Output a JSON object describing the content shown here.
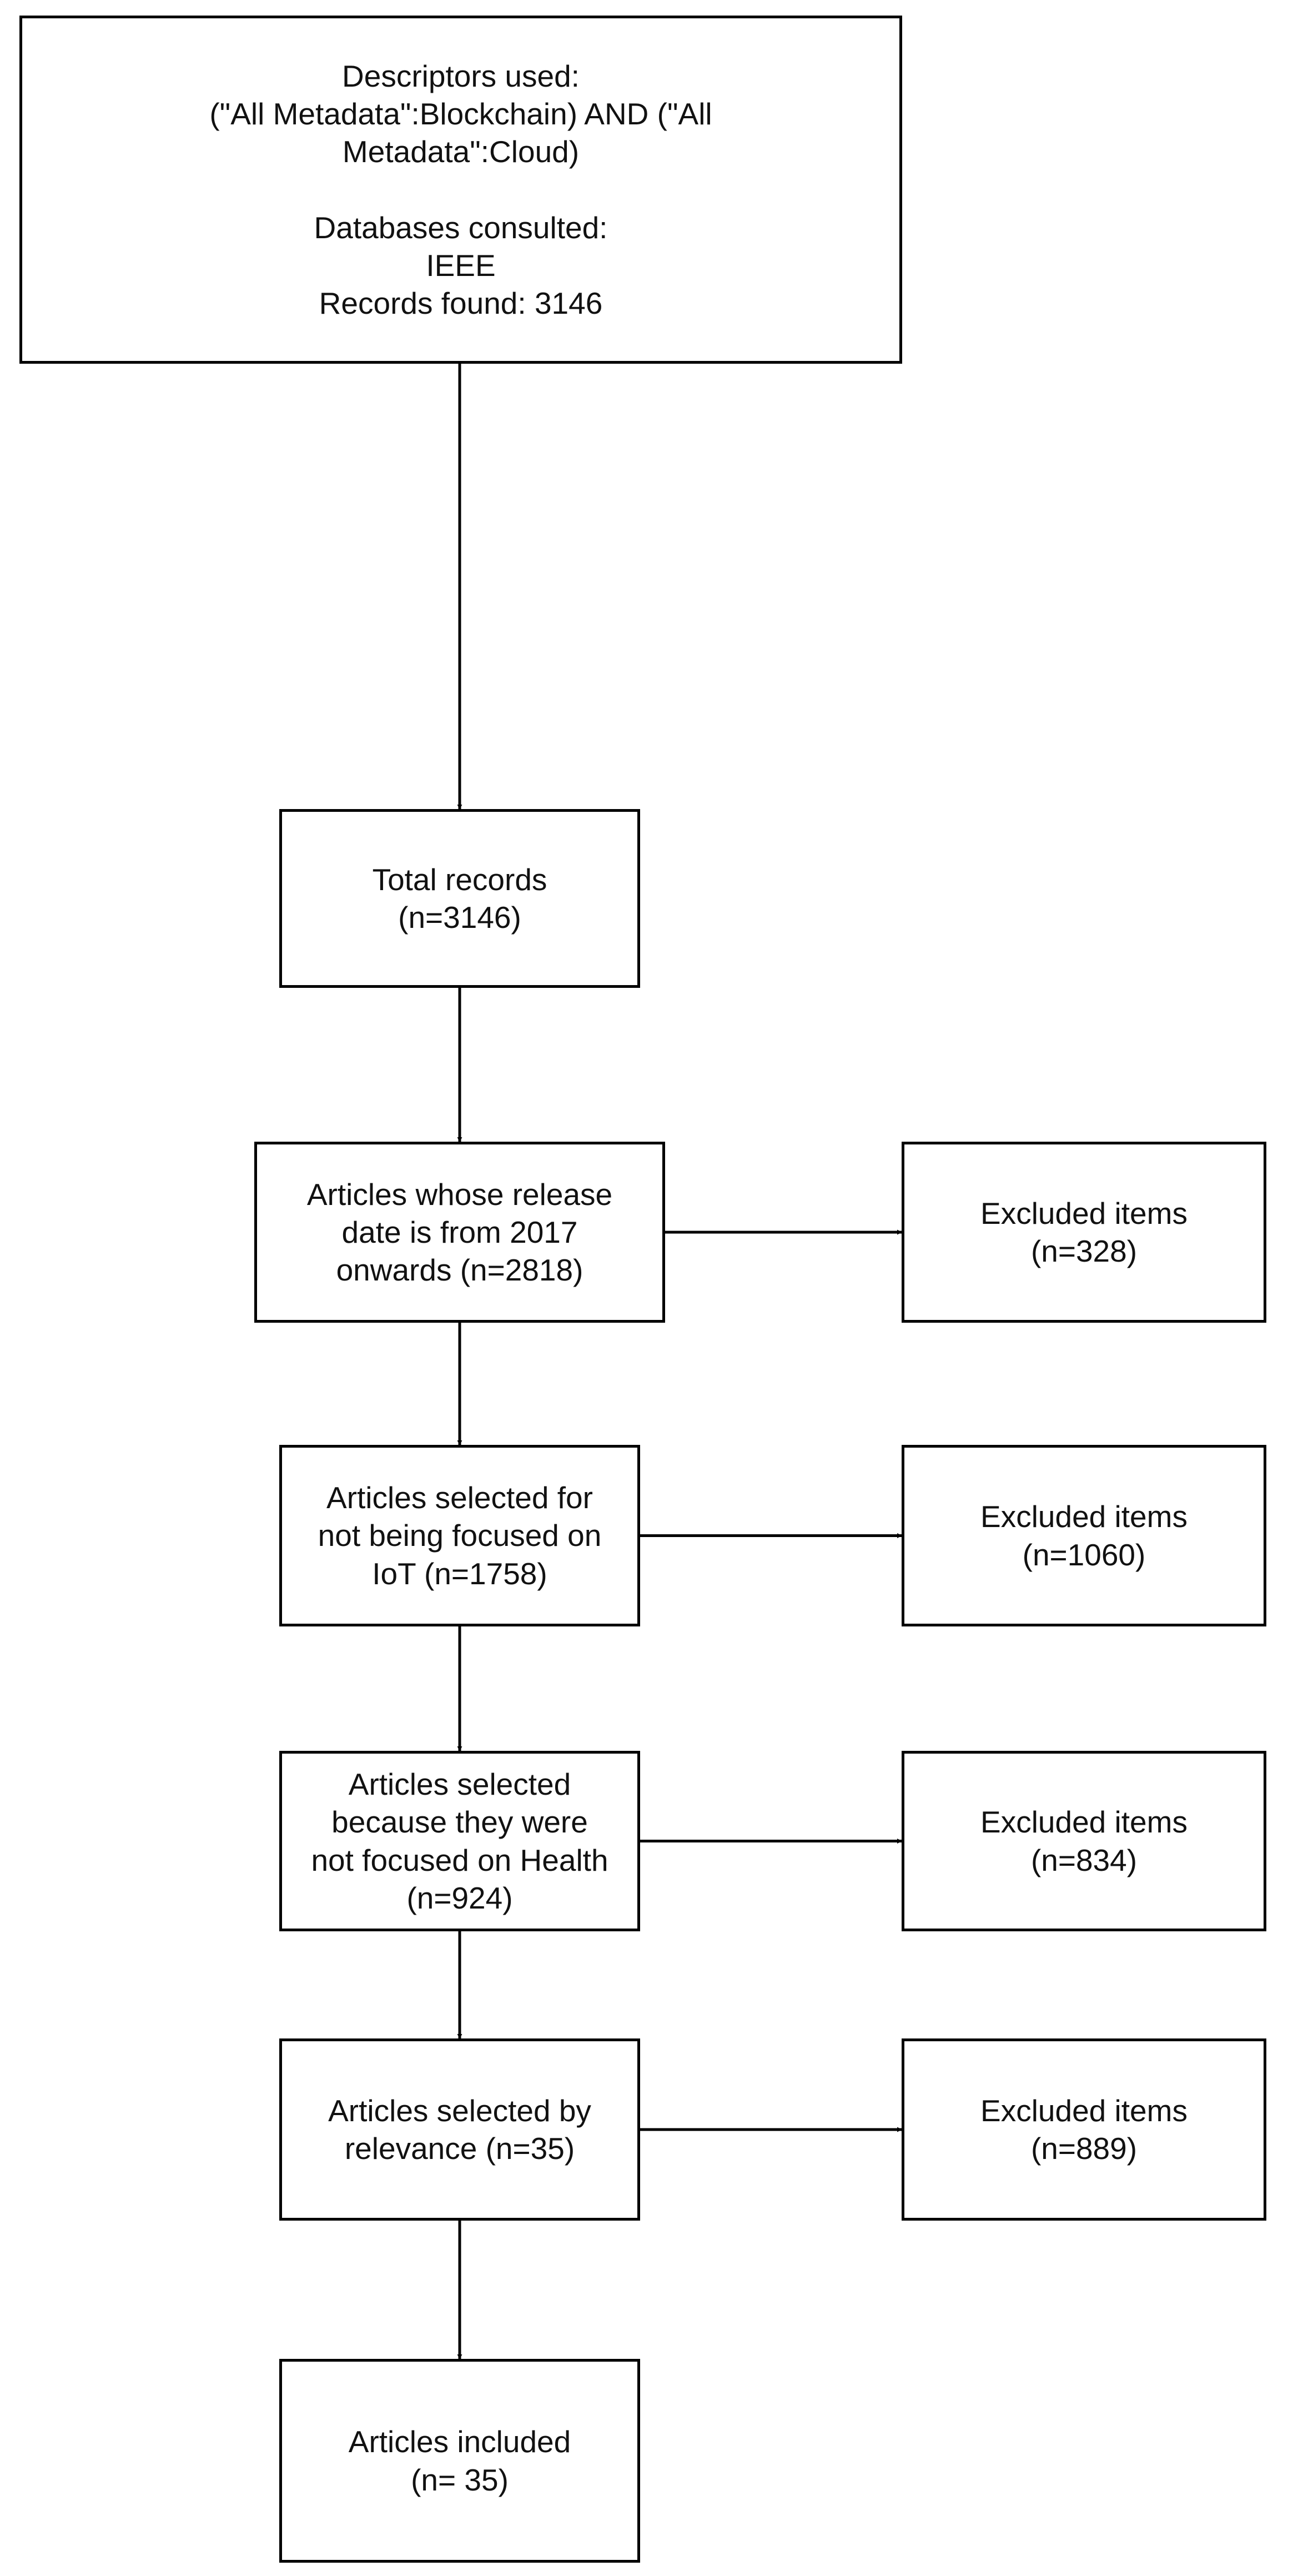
{
  "diagram": {
    "nodes": [
      {
        "id": "box-descriptors",
        "name": "search-criteria-box",
        "paragraphs": [
          [
            "Descriptors used:",
            "(\"All Metadata\":Blockchain) AND (\"All",
            "Metadata\":Cloud)"
          ],
          [
            "Databases consulted:",
            "IEEE",
            "Records found: 3146"
          ]
        ]
      },
      {
        "id": "box-total",
        "name": "total-records-box",
        "paragraphs": [
          [
            "Total records",
            "(n=3146)"
          ]
        ]
      },
      {
        "id": "box-date",
        "name": "release-date-filter-box",
        "paragraphs": [
          [
            "Articles whose release",
            "date is from 2017",
            "onwards (n=2818)"
          ]
        ]
      },
      {
        "id": "box-excl-1",
        "name": "excluded-items-box-date",
        "paragraphs": [
          [
            "Excluded items",
            "(n=328)"
          ]
        ]
      },
      {
        "id": "box-iot",
        "name": "iot-filter-box",
        "paragraphs": [
          [
            "Articles selected for",
            "not being focused on",
            "IoT (n=1758)"
          ]
        ]
      },
      {
        "id": "box-excl-2",
        "name": "excluded-items-box-iot",
        "paragraphs": [
          [
            "Excluded items",
            "(n=1060)"
          ]
        ]
      },
      {
        "id": "box-health",
        "name": "health-filter-box",
        "paragraphs": [
          [
            "Articles selected",
            "because they were",
            "not focused on Health",
            "(n=924)"
          ]
        ]
      },
      {
        "id": "box-excl-3",
        "name": "excluded-items-box-health",
        "paragraphs": [
          [
            "Excluded items",
            "(n=834)"
          ]
        ]
      },
      {
        "id": "box-relevance",
        "name": "relevance-filter-box",
        "paragraphs": [
          [
            "Articles selected by",
            "relevance (n=35)"
          ]
        ]
      },
      {
        "id": "box-excl-4",
        "name": "excluded-items-box-relevance",
        "paragraphs": [
          [
            "Excluded items",
            "(n=889)"
          ]
        ]
      },
      {
        "id": "box-included",
        "name": "articles-included-box",
        "paragraphs": [
          [
            "Articles included",
            "(n= 35)"
          ]
        ]
      }
    ],
    "edges": [
      {
        "from": "box-descriptors",
        "to": "box-total"
      },
      {
        "from": "box-total",
        "to": "box-date"
      },
      {
        "from": "box-date",
        "to": "box-excl-1"
      },
      {
        "from": "box-date",
        "to": "box-iot"
      },
      {
        "from": "box-iot",
        "to": "box-excl-2"
      },
      {
        "from": "box-iot",
        "to": "box-health"
      },
      {
        "from": "box-health",
        "to": "box-excl-3"
      },
      {
        "from": "box-health",
        "to": "box-relevance"
      },
      {
        "from": "box-relevance",
        "to": "box-excl-4"
      },
      {
        "from": "box-relevance",
        "to": "box-included"
      }
    ],
    "colors": {
      "stroke": "#000000",
      "text": "#111111",
      "background": "#ffffff"
    }
  }
}
